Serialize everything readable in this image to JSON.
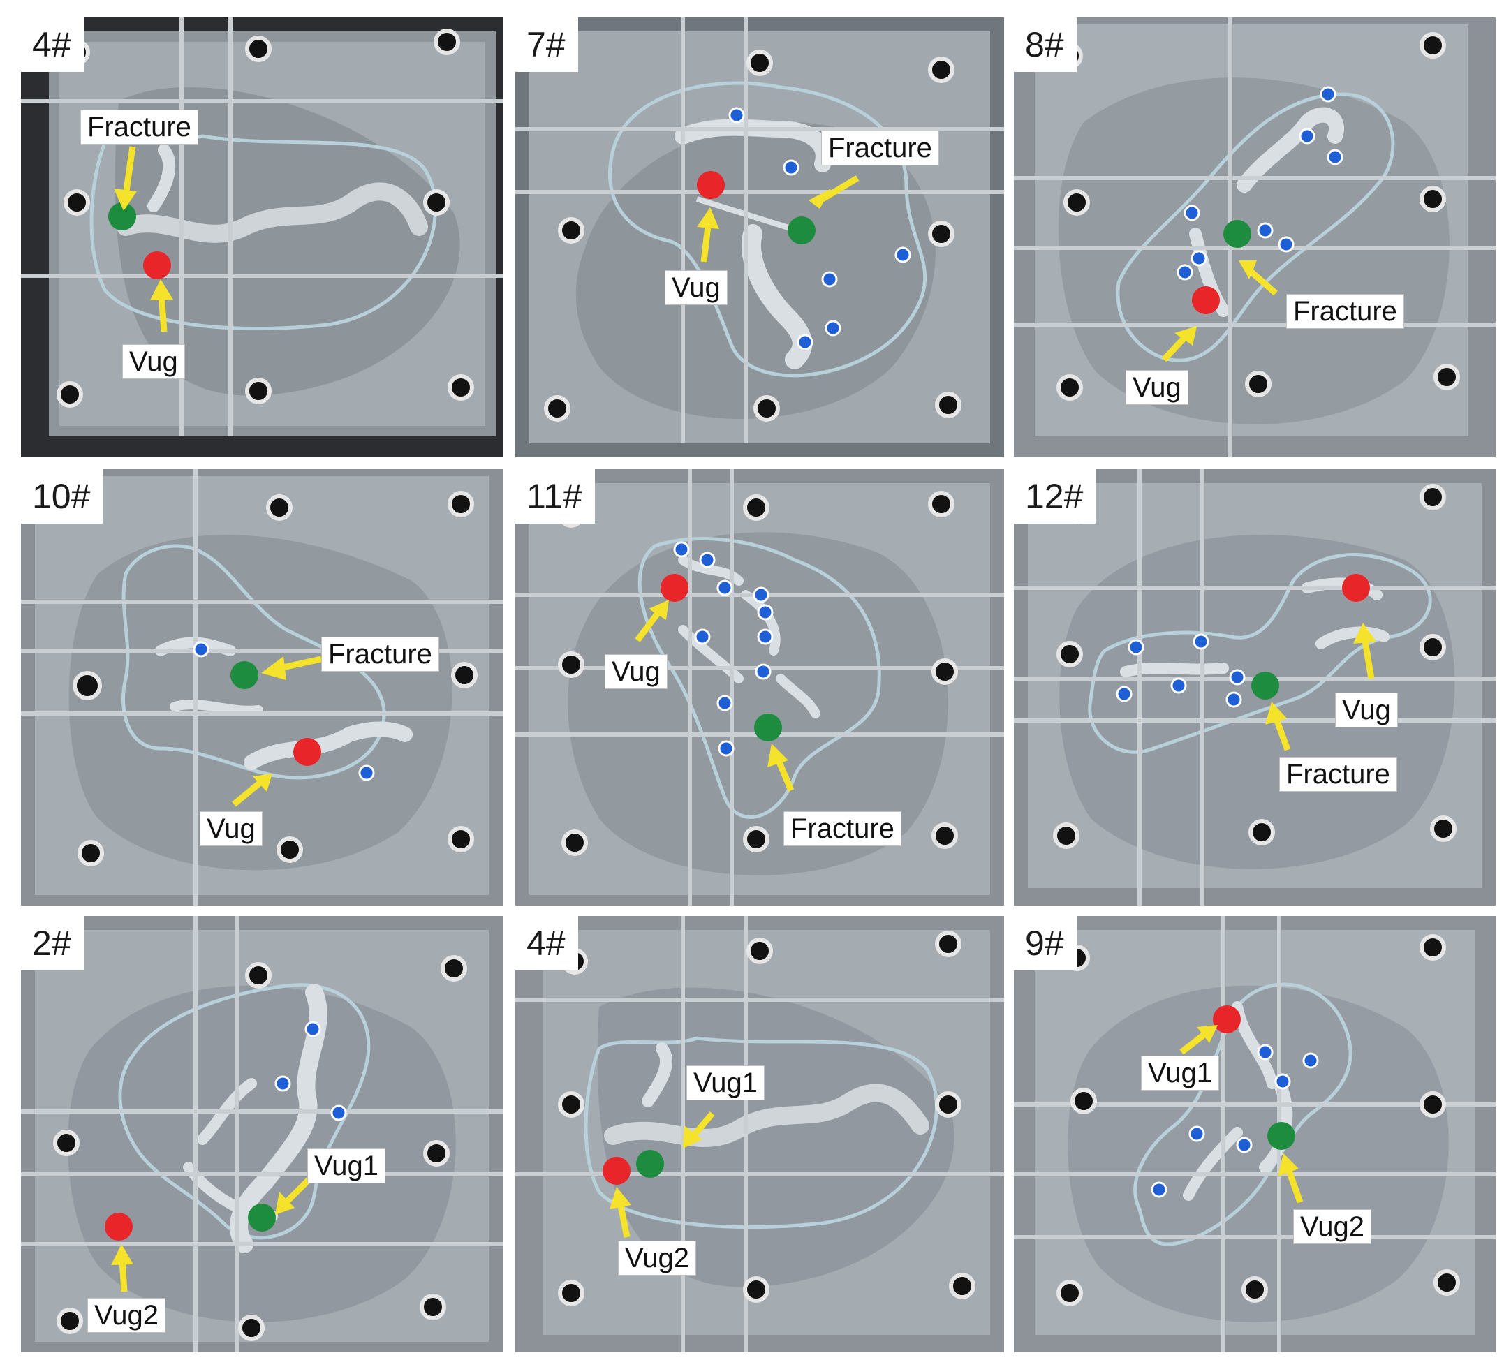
{
  "colors": {
    "vug_marker": "#e8262a",
    "fracture_marker": "#1d8c3e",
    "arrow": "#f4e32a",
    "port": "#1f5fd6",
    "channel_outline": "#b7d0da"
  },
  "panels": [
    {
      "id": "4#",
      "markers": [
        "red-dot",
        "green-dot"
      ],
      "annotations": [
        {
          "key": "fracture",
          "text": "Fracture"
        },
        {
          "key": "vug",
          "text": "Vug"
        }
      ]
    },
    {
      "id": "7#",
      "markers": [
        "red-dot",
        "green-dot"
      ],
      "annotations": [
        {
          "key": "fracture",
          "text": "Fracture"
        },
        {
          "key": "vug",
          "text": "Vug"
        }
      ]
    },
    {
      "id": "8#",
      "markers": [
        "red-dot",
        "green-dot"
      ],
      "annotations": [
        {
          "key": "fracture",
          "text": "Fracture"
        },
        {
          "key": "vug",
          "text": "Vug"
        }
      ]
    },
    {
      "id": "10#",
      "markers": [
        "red-dot",
        "green-dot"
      ],
      "annotations": [
        {
          "key": "fracture",
          "text": "Fracture"
        },
        {
          "key": "vug",
          "text": "Vug"
        }
      ]
    },
    {
      "id": "11#",
      "markers": [
        "red-dot",
        "green-dot"
      ],
      "annotations": [
        {
          "key": "vug",
          "text": "Vug"
        },
        {
          "key": "fracture",
          "text": "Fracture"
        }
      ]
    },
    {
      "id": "12#",
      "markers": [
        "red-dot",
        "green-dot"
      ],
      "annotations": [
        {
          "key": "vug",
          "text": "Vug"
        },
        {
          "key": "fracture",
          "text": "Fracture"
        }
      ]
    },
    {
      "id": "2#",
      "markers": [
        "red-dot",
        "green-dot"
      ],
      "annotations": [
        {
          "key": "vug1",
          "text": "Vug1"
        },
        {
          "key": "vug2",
          "text": "Vug2"
        }
      ]
    },
    {
      "id": "4#",
      "markers": [
        "red-dot",
        "green-dot"
      ],
      "annotations": [
        {
          "key": "vug1",
          "text": "Vug1"
        },
        {
          "key": "vug2",
          "text": "Vug2"
        }
      ]
    },
    {
      "id": "9#",
      "markers": [
        "red-dot",
        "green-dot"
      ],
      "annotations": [
        {
          "key": "vug1",
          "text": "Vug1"
        },
        {
          "key": "vug2",
          "text": "Vug2"
        }
      ]
    }
  ]
}
